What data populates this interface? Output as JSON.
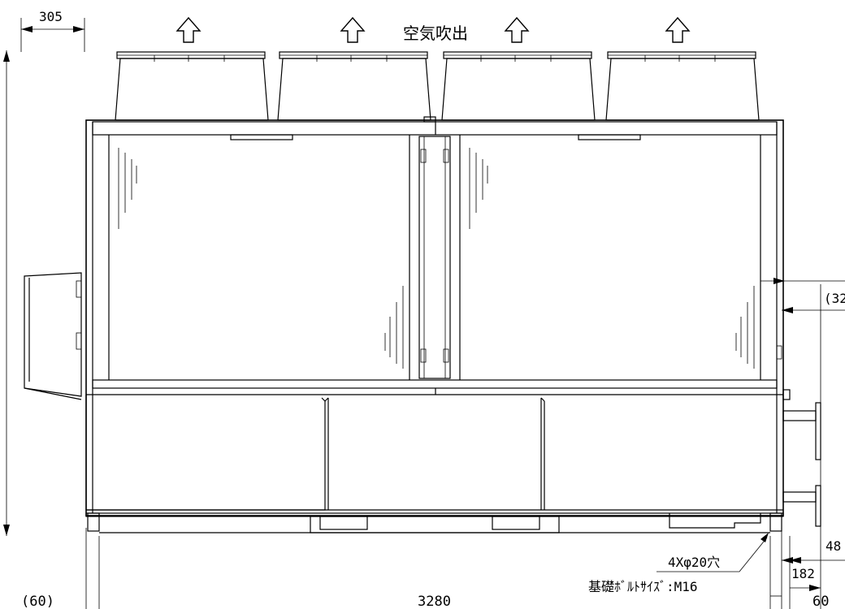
{
  "labels": {
    "air_outlet": "空気吹出",
    "hole_spec": "4Xφ20穴",
    "bolt_spec": "基礎ﾎﾞﾙﾄｻｲｽﾞ:M16"
  },
  "dimensions": {
    "top_left_width": "305",
    "right_partial": "(32",
    "right_48": "48",
    "right_182": "182",
    "bottom_left": "(60)",
    "bottom_width": "3280",
    "bottom_right": "60"
  },
  "icons": {
    "outlet_arrow": "up-arrow-outline"
  }
}
